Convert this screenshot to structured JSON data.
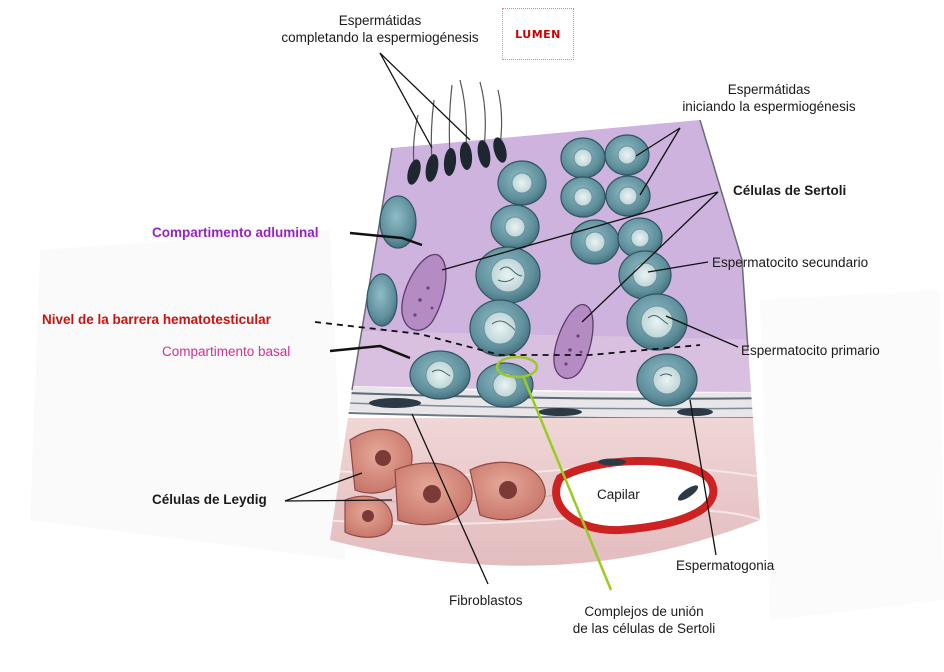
{
  "labels": {
    "spermatids_complete": [
      "Espermátidas",
      "completando la espermiogénesis"
    ],
    "lumen": "LUMEN",
    "spermatids_start": [
      "Espermátidas",
      "iniciando la espermiogénesis"
    ],
    "sertoli": "Células de Sertoli",
    "adluminal": "Compartimento adluminal",
    "secondary": "Espermatocito secundario",
    "barrier": "Nivel de la barrera hematotesticular",
    "basal": "Compartimento basal",
    "primary": "Espermatocito primario",
    "leydig": "Células de Leydig",
    "capillary": "Capilar",
    "spermatogonia": "Espermatogonia",
    "fibroblasts": "Fibroblastos",
    "junctions": [
      "Complejos de unión",
      "de las células de Sertoli"
    ]
  },
  "colors": {
    "adluminal": "#9b1fc9",
    "barrier": "#cc1111",
    "basal": "#d2318d",
    "lumen": "#cc0000",
    "junction_marker": "#99cc22",
    "cell_fill": "#6a9aa6",
    "lumen_background": "#cdb3de",
    "connective_tissue": "#e8c4c4"
  }
}
